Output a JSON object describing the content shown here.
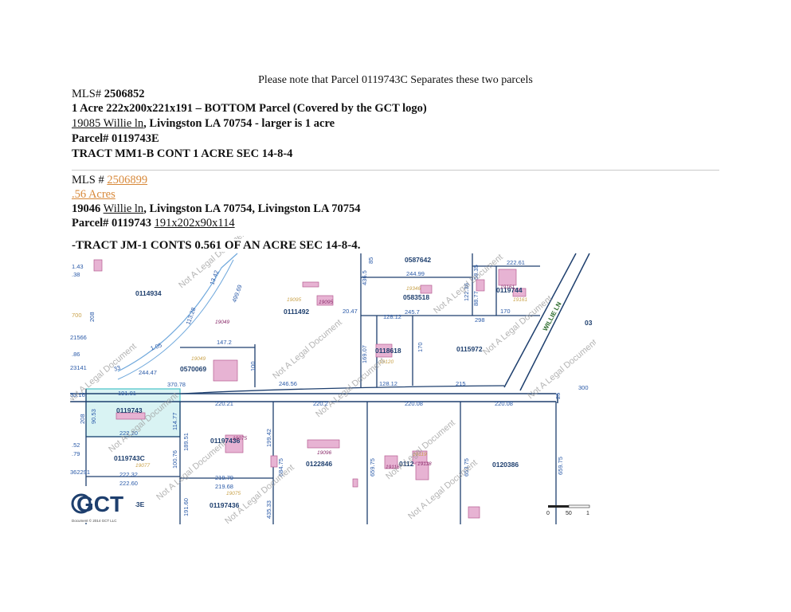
{
  "note": "Please note that Parcel 0119743C Separates these two parcels",
  "listing1": {
    "mls_label": "MLS#",
    "mls_number": "2506852",
    "size_line": "1 Acre 222x200x221x191 – BOTTOM Parcel (Covered by the GCT logo)",
    "address_link": "19085 Willie ln",
    "address_rest": ", Livingston LA 70754 - larger is 1 acre",
    "parcel": "Parcel# 0119743E",
    "tract": "TRACT MM1-B CONT 1 ACRE SEC 14-8-4"
  },
  "listing2": {
    "mls_label": "MLS #",
    "mls_number": "2506899",
    "acres": ".56 Acres",
    "address_num": "19046",
    "address_link": "Willie ln",
    "address_rest": ", Livingston LA 70754, Livingston LA 70754",
    "parcel_label": "Parcel# 0119743",
    "parcel_dims": "191x202x90x114",
    "tract": "-TRACT JM-1 CONTS 0.561 OF AN ACRE SEC 14-8-4."
  },
  "map": {
    "watermark": "Not A Legal Document",
    "road_label": "WILLIE LN",
    "logo_text": "GCT",
    "logo_small": "Document © 2014 GCT LLC",
    "scale_labels": [
      "0",
      "50",
      "1"
    ],
    "parcels": [
      "0114934",
      "0111492",
      "0587642",
      "0583518",
      "0115972",
      "0570069",
      "0119743",
      "0119743C",
      "0122846",
      "0120386",
      "01197436",
      "01197436",
      "0119743E",
      "0118618",
      "0112",
      "0119744",
      "03"
    ],
    "dimensions": [
      "1.43",
      ".38",
      "208",
      "700",
      "21566",
      ".86",
      "23141",
      "13.42",
      "499.69",
      "113.28",
      "147.2",
      "100",
      "244.47",
      "370.78",
      "33.16",
      "191.01",
      "90.53",
      "208",
      "114.77",
      "222.20",
      "220.21",
      "189.51",
      "100.76",
      "222.32",
      "222.60",
      "219.79",
      "219.68",
      "191.60",
      "199.42",
      "684.75",
      "435.33",
      "246.56",
      "220.2",
      "128.12",
      "220.08",
      "215",
      "298",
      "170",
      "245.7",
      "244.99",
      "436.5",
      "85",
      "88.77",
      "122.36",
      "58.35",
      "222.61",
      "169.07",
      "170",
      "128.12",
      "220.08",
      "659.75",
      "659.75",
      "653.75",
      "300",
      "25",
      ".52",
      ".79",
      "362291",
      "20.47",
      "1.05",
      "33"
    ],
    "addresses": [
      "19095",
      "19095",
      "19049",
      "19049",
      "19346",
      "19161",
      "19161",
      "19075",
      "19077",
      "19075",
      "19096",
      "19116",
      "19118",
      "19119",
      "19120"
    ]
  }
}
